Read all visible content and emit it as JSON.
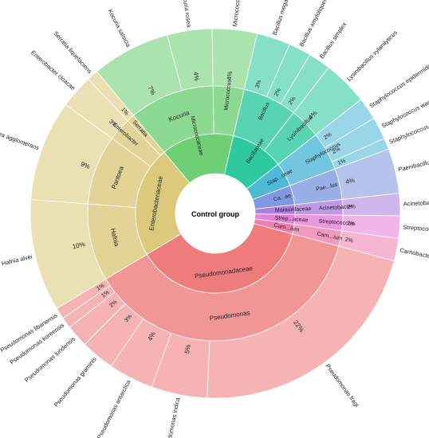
{
  "chart_data": {
    "type": "sunburst",
    "title": "Control group",
    "families": [
      {
        "name": "Enterobacteriaceae",
        "color": "#dbc97c",
        "genera": [
          {
            "name": "Hafnia",
            "species": [
              {
                "name": "Hafnia alvei",
                "pct": "10%"
              }
            ]
          },
          {
            "name": "Pantoea",
            "species": [
              {
                "name": "Pantoea agglomerans",
                "pct": "9%"
              }
            ]
          },
          {
            "name": "Enterobacter",
            "species": [
              {
                "name": "Enterobacter cloacae",
                "pct": "3%"
              }
            ]
          },
          {
            "name": "Serratia",
            "species": [
              {
                "name": "Serratia liquefaciens",
                "pct": "1%"
              }
            ]
          }
        ]
      },
      {
        "name": "Micrococcaceae",
        "color": "#6fcf75",
        "genera": [
          {
            "name": "Kocuria",
            "species": [
              {
                "name": "Kocuria salsicia",
                "pct": "7%"
              },
              {
                "name": "Kocuria rosea",
                "pct": "4%"
              }
            ]
          },
          {
            "name": "Micrococcus",
            "species": [
              {
                "name": "Micrococcus luteus",
                "pct": "4%"
              }
            ]
          }
        ]
      },
      {
        "name": "Bacillaceae",
        "color": "#2fc9a0",
        "genera": [
          {
            "name": "Bacillus",
            "species": [
              {
                "name": "Bacillus megaterium",
                "pct": "3%"
              },
              {
                "name": "Bacillus amyloliquefaciens",
                "pct": "2%"
              },
              {
                "name": "Bacillus simplex",
                "pct": "2%"
              }
            ]
          },
          {
            "name": "Lysinibacillus",
            "species": [
              {
                "name": "Lysinibacillus xylanilyticus",
                "pct": "4%"
              }
            ]
          }
        ]
      },
      {
        "name": "Stap...ceae",
        "color": "#4fb9d6",
        "genera": [
          {
            "name": "Staphylococcus",
            "species": [
              {
                "name": "Staphylococcus epidermidis",
                "pct": "2%"
              },
              {
                "name": "Staphylococcus warneri",
                "pct": "2%"
              },
              {
                "name": "Staphylococcus simulans",
                "pct": "1%"
              }
            ]
          }
        ]
      },
      {
        "name": "Ca...ae",
        "color": "#7f98e0",
        "genera": [
          {
            "name": "Pae...lus",
            "species": [
              {
                "name": "Paenibacillus lactis",
                "pct": "4%"
              }
            ]
          }
        ]
      },
      {
        "name": "Moraxellaceae",
        "color": "#b07fe0",
        "genera": [
          {
            "name": "Acinetobacter",
            "species": [
              {
                "name": "Acinetobacter baumannii",
                "pct": "2%"
              }
            ]
          }
        ]
      },
      {
        "name": "Strep...aceae",
        "color": "#e67fd6",
        "genera": [
          {
            "name": "Streptococcus",
            "species": [
              {
                "name": "Streptococcus salivarius",
                "pct": "2%"
              }
            ]
          }
        ]
      },
      {
        "name": "Carn...ium",
        "color": "#ef7fae",
        "genera": [
          {
            "name": "Carn...ium",
            "species": [
              {
                "name": "Carnobacterium divergens",
                "pct": "2%"
              }
            ]
          }
        ]
      },
      {
        "name": "Pseudomonadaceae",
        "color": "#ee7c7c",
        "genera": [
          {
            "name": "Pseudomonas",
            "species": [
              {
                "name": "Pseudomonas fragi",
                "pct": "22%"
              },
              {
                "name": "Pseudomonas indica",
                "pct": "5%"
              },
              {
                "name": "Pseudomonas antarctica",
                "pct": "4%"
              },
              {
                "name": "Pseudomonas graminis",
                "pct": "3%"
              },
              {
                "name": "Pseudomonas lundensis",
                "pct": "2%"
              },
              {
                "name": "Pseudomonas koreensis",
                "pct": "1%"
              },
              {
                "name": "Pseudomonas libanensis",
                "pct": "1%"
              }
            ]
          }
        ]
      }
    ]
  }
}
